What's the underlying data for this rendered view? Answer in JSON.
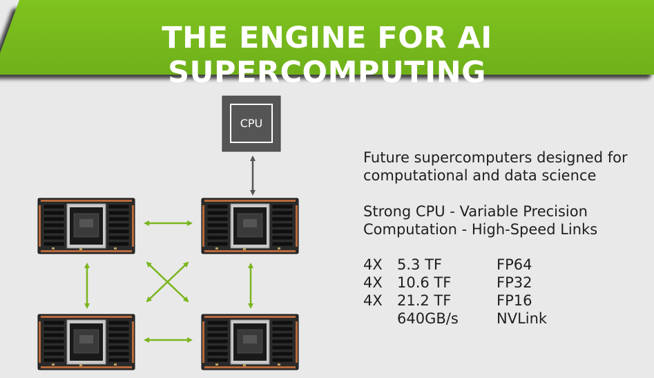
{
  "header": {
    "title": "THE ENGINE FOR AI SUPERCOMPUTING"
  },
  "diagram": {
    "cpu_label": "CPU"
  },
  "text": {
    "line1": "Future supercomputers designed for",
    "line2": "computational and data science",
    "line3": "Strong CPU - Variable Precision",
    "line4": "Computation - High-Speed Links"
  },
  "specs": [
    {
      "mult": "4X",
      "value": "5.3 TF",
      "format": "FP64"
    },
    {
      "mult": "4X",
      "value": "10.6 TF",
      "format": "FP32"
    },
    {
      "mult": "4X",
      "value": "21.2 TF",
      "format": "FP16"
    },
    {
      "mult": "",
      "value": "640GB/s",
      "format": "NVLink"
    }
  ],
  "colors": {
    "accent": "#76b900",
    "arrow_green": "#7ab51d",
    "cpu_box": "#555555",
    "background": "#e9e9e9"
  }
}
